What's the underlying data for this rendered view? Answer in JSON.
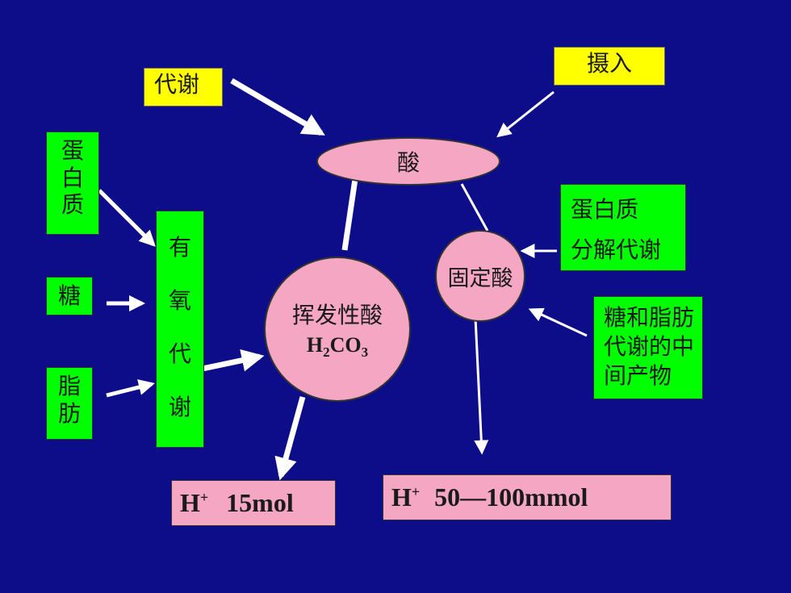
{
  "top": {
    "metabolism": "代谢",
    "intake": "摄入",
    "acid": "酸"
  },
  "left": {
    "protein_chars": [
      "蛋",
      "白",
      "质"
    ],
    "sugar": "糖",
    "fat_chars": [
      "脂",
      "肪"
    ],
    "aerobic_chars": [
      "有",
      "氧",
      "代",
      "谢"
    ]
  },
  "volatile_acid": {
    "name": "挥发性酸",
    "formula": {
      "h": "H",
      "h_sub": "2",
      "co": "CO",
      "o_sub": "3"
    }
  },
  "fixed_acid": {
    "name": "固定酸"
  },
  "right": {
    "protein_line1": "蛋白质",
    "protein_line2": "分解代谢",
    "sugar_fat_lines": [
      "糖和脂肪",
      "代谢的中",
      "间产物"
    ]
  },
  "bottom": {
    "left_h": "H",
    "left_sup": "+",
    "left_amount": "15mol",
    "right_h": "H",
    "right_sup": "+",
    "right_amount": "50—100mmol"
  },
  "colors": {
    "background": "#0d0d8a",
    "yellow": "#ffff00",
    "green": "#00ff00",
    "pink": "#f4a6c2",
    "arrow": "#ffffff"
  }
}
